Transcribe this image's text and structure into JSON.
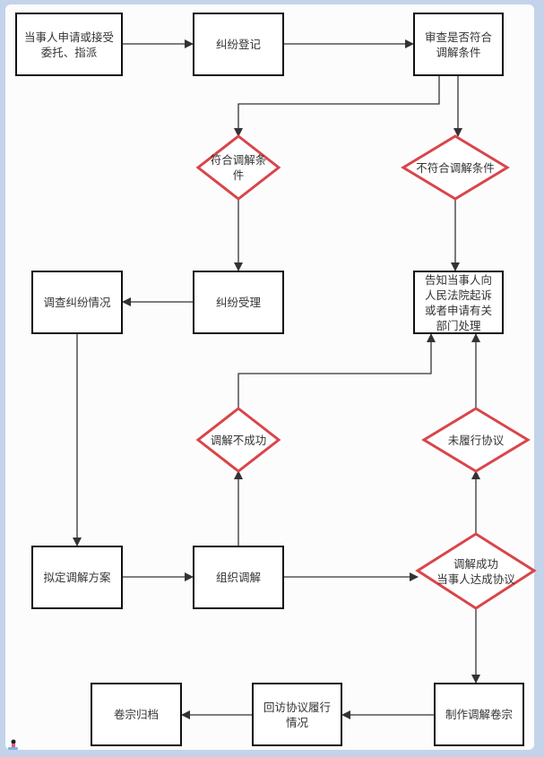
{
  "nodes": {
    "apply": "当事人申请或接受委托、指派",
    "register": "纠纷登记",
    "review": "审查是否符合调解条件",
    "meet": "符合调解条件",
    "notmeet": "不符合调解条件",
    "investigate": "调查纠纷情况",
    "accept": "纠纷受理",
    "inform": "告知当事人向人民法院起诉或者申请有关部门处理",
    "fail": "调解不成功",
    "notperform": "未履行协议",
    "plan": "拟定调解方案",
    "mediate": "组织调解",
    "success": "调解成功\n当事人达成协议",
    "archive": "卷宗归档",
    "revisit": "回访协议履行情况",
    "makefile": "制作调解卷宗"
  },
  "colors": {
    "decision_border": "#d9454a",
    "process_border": "#111111",
    "edge": "#333333",
    "background": "#c3d3ea"
  }
}
